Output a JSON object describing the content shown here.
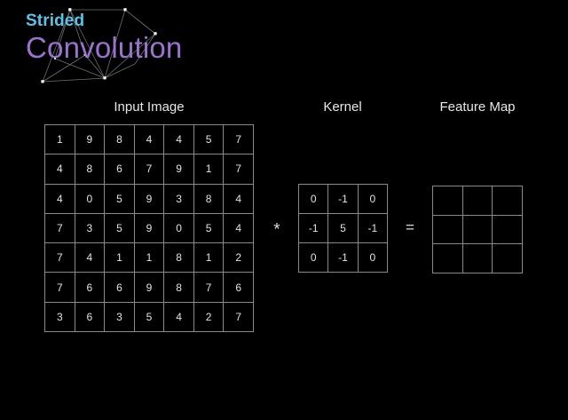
{
  "slide": {
    "background_color": "#000000",
    "title": {
      "line1": "Strided",
      "line2": "Convolution",
      "line1_color": "#5cc3e8",
      "line2_color": "#9b72cf"
    },
    "decoration": {
      "name": "network-graph",
      "node_color": "#ffffff",
      "edge_color": "#6f6f6f"
    }
  },
  "headers": {
    "input": "Input Image",
    "kernel": "Kernel",
    "feature_map": "Feature Map"
  },
  "operators": {
    "convolve": "*",
    "equals": "="
  },
  "input_image": {
    "rows": 7,
    "cols": 7,
    "values": [
      [
        1,
        9,
        8,
        4,
        4,
        5,
        7
      ],
      [
        4,
        8,
        6,
        7,
        9,
        1,
        7
      ],
      [
        4,
        0,
        5,
        9,
        3,
        8,
        4
      ],
      [
        7,
        3,
        5,
        9,
        0,
        5,
        4
      ],
      [
        7,
        4,
        1,
        1,
        8,
        1,
        2
      ],
      [
        7,
        6,
        6,
        9,
        8,
        7,
        6
      ],
      [
        3,
        6,
        3,
        5,
        4,
        2,
        7
      ]
    ]
  },
  "kernel": {
    "rows": 3,
    "cols": 3,
    "values": [
      [
        0,
        -1,
        0
      ],
      [
        -1,
        5,
        -1
      ],
      [
        0,
        -1,
        0
      ]
    ]
  },
  "feature_map": {
    "rows": 3,
    "cols": 3,
    "values": [
      [
        "",
        "",
        ""
      ],
      [
        "",
        "",
        ""
      ],
      [
        "",
        "",
        ""
      ]
    ]
  }
}
